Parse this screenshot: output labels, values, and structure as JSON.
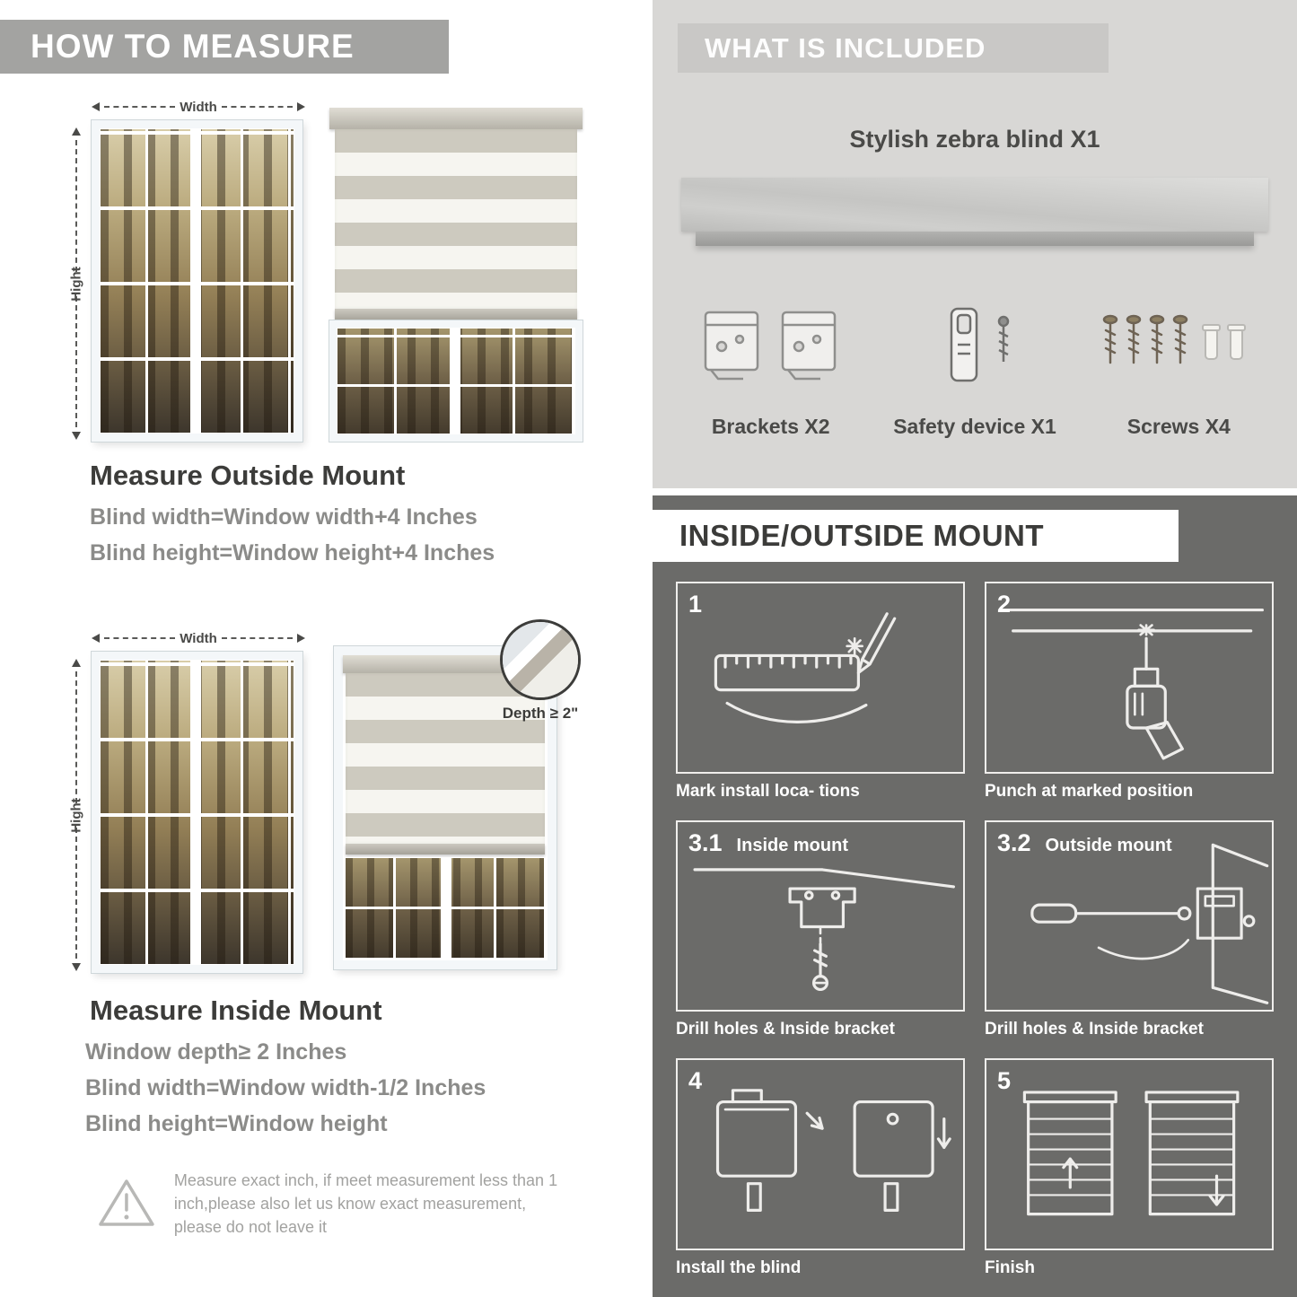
{
  "left": {
    "header": "HOW TO MEASURE",
    "outside": {
      "width_label": "Width",
      "height_label": "Hight",
      "title": "Measure Outside Mount",
      "lines": [
        "Blind width=Window width+4 Inches",
        "Blind height=Window height+4 Inches"
      ]
    },
    "inside": {
      "width_label": "Width",
      "height_label": "Hight",
      "depth_callout": "Depth ≥ 2\"",
      "title": "Measure Inside Mount",
      "lines": [
        "Window depth≥ 2 Inches",
        "Blind width=Window width-1/2 Inches",
        "Blind height=Window height"
      ]
    },
    "warning_icon": "warning-triangle-icon",
    "warning_text": "Measure exact inch, if meet measurement less than 1 inch,please also let us know exact measurement, please do not leave it"
  },
  "right": {
    "included": {
      "header": "WHAT IS INCLUDED",
      "blind_label": "Stylish zebra blind X1",
      "parts": [
        {
          "label": "Brackets X2",
          "icon": "brackets-icon"
        },
        {
          "label": "Safety device X1",
          "icon": "safety-device-icon"
        },
        {
          "label": "Screws X4",
          "icon": "screws-icon"
        }
      ]
    },
    "mount": {
      "header": "INSIDE/OUTSIDE MOUNT",
      "steps": [
        {
          "num": "1",
          "title": "",
          "caption": "Mark install loca- tions",
          "icon": "mark-location-icon"
        },
        {
          "num": "2",
          "title": "",
          "caption": "Punch at  marked position",
          "icon": "drill-icon"
        },
        {
          "num": "3.1",
          "title": "Inside mount",
          "caption": "Drill holes &  Inside bracket",
          "icon": "inside-bracket-icon"
        },
        {
          "num": "3.2",
          "title": "Outside mount",
          "caption": "Drill holes &  Inside bracket",
          "icon": "outside-bracket-icon"
        },
        {
          "num": "4",
          "title": "",
          "caption": "Install the blind",
          "icon": "install-blind-icon"
        },
        {
          "num": "5",
          "title": "",
          "caption": "Finish",
          "icon": "finish-icon"
        }
      ]
    }
  }
}
